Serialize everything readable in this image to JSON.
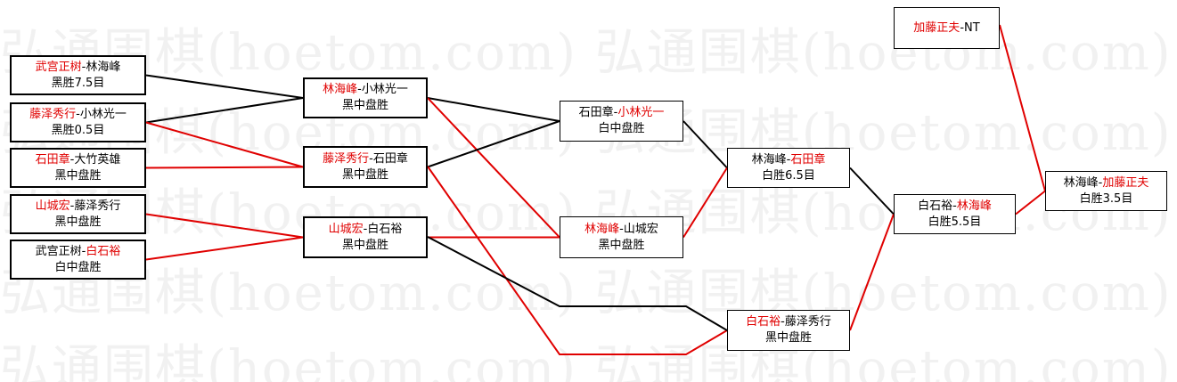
{
  "colors": {
    "winner_text": "#e00000",
    "winner_line": "#e00000",
    "loser_line": "#000000",
    "watermark": "#f1f1f1",
    "box_border": "#000000"
  },
  "watermark_text": "弘通围棋(hoetom.com) 弘通围棋(hoetom.com)",
  "games": [
    {
      "id": "r1-1",
      "p1": "武宫正树",
      "p2": "林海峰",
      "result": "黑胜7.5目",
      "winner": "p1"
    },
    {
      "id": "r1-2",
      "p1": "藤泽秀行",
      "p2": "小林光一",
      "result": "黑胜0.5目",
      "winner": "p1"
    },
    {
      "id": "r1-3",
      "p1": "石田章",
      "p2": "大竹英雄",
      "result": "黑中盘胜",
      "winner": "p1"
    },
    {
      "id": "r1-4",
      "p1": "山城宏",
      "p2": "藤泽秀行",
      "result": "黑中盘胜",
      "winner": "p1"
    },
    {
      "id": "r1-5",
      "p1": "武宫正树",
      "p2": "白石裕",
      "result": "白中盘胜",
      "winner": "p2"
    },
    {
      "id": "r2-1",
      "p1": "林海峰",
      "p2": "小林光一",
      "result": "黑中盘胜",
      "winner": "p1"
    },
    {
      "id": "r2-2",
      "p1": "藤泽秀行",
      "p2": "石田章",
      "result": "黑中盘胜",
      "winner": "p1"
    },
    {
      "id": "r2-3",
      "p1": "山城宏",
      "p2": "白石裕",
      "result": "黑中盘胜",
      "winner": "p1"
    },
    {
      "id": "r3-1",
      "p1": "石田章",
      "p2": "小林光一",
      "result": "白中盘胜",
      "winner": "p2"
    },
    {
      "id": "r3-2",
      "p1": "林海峰",
      "p2": "山城宏",
      "result": "黑中盘胜",
      "winner": "p1"
    },
    {
      "id": "r3-3",
      "p1": "白石裕",
      "p2": "藤泽秀行",
      "result": "黑中盘胜",
      "winner": "p1"
    },
    {
      "id": "r4-1",
      "p1": "林海峰",
      "p2": "石田章",
      "result": "白胜6.5目",
      "winner": "p2"
    },
    {
      "id": "r5-1",
      "p1": "白石裕",
      "p2": "林海峰",
      "result": "白胜5.5目",
      "winner": "p2"
    },
    {
      "id": "r6-1",
      "p1": "林海峰",
      "p2": "加藤正夫",
      "result": "白胜3.5目",
      "winner": "p2"
    },
    {
      "id": "seed",
      "p1": "加藤正夫",
      "p2": "NT",
      "result": "",
      "winner": "p1"
    }
  ],
  "connections": [
    {
      "from": "r1-1",
      "to": "r2-1",
      "color": "loser"
    },
    {
      "from": "r1-2",
      "to": "r2-1",
      "color": "loser"
    },
    {
      "from": "r1-2",
      "to": "r2-2",
      "color": "winner"
    },
    {
      "from": "r1-3",
      "to": "r2-2",
      "color": "winner"
    },
    {
      "from": "r1-4",
      "to": "r2-3",
      "color": "winner"
    },
    {
      "from": "r1-5",
      "to": "r2-3",
      "color": "winner"
    },
    {
      "from": "r2-1",
      "to": "r3-1",
      "color": "loser"
    },
    {
      "from": "r2-1",
      "to": "r3-2",
      "color": "winner"
    },
    {
      "from": "r2-2",
      "to": "r3-1",
      "color": "loser"
    },
    {
      "from": "r2-2",
      "to": "r3-3",
      "color": "winner"
    },
    {
      "from": "r2-3",
      "to": "r3-2",
      "color": "winner"
    },
    {
      "from": "r2-3",
      "to": "r3-3",
      "color": "loser"
    },
    {
      "from": "r3-1",
      "to": "r4-1",
      "color": "loser"
    },
    {
      "from": "r3-2",
      "to": "r4-1",
      "color": "winner"
    },
    {
      "from": "r4-1",
      "to": "r5-1",
      "color": "loser"
    },
    {
      "from": "r3-3",
      "to": "r5-1",
      "color": "winner"
    },
    {
      "from": "r5-1",
      "to": "r6-1",
      "color": "winner"
    },
    {
      "from": "seed",
      "to": "r6-1",
      "color": "winner"
    }
  ]
}
